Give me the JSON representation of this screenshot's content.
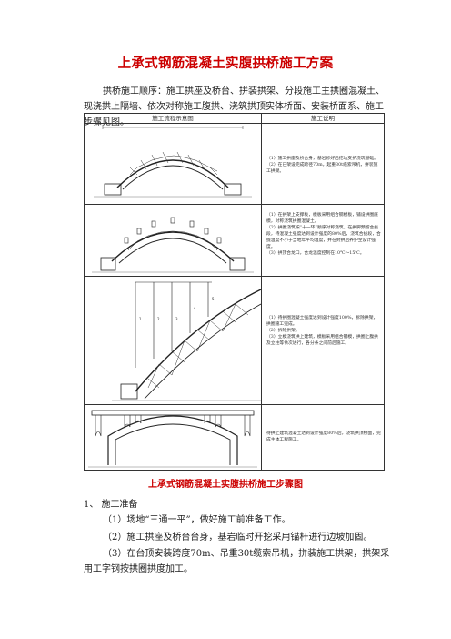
{
  "title": "上承式钢筋混凝土实腹拱桥施工方案",
  "intro": "拱桥施工顺序：施工拱座及桥台、拼装拱架、分段施工主拱圈混凝土、现浇拱上隔墙、依次对称施工腹拱、浇筑拱顶实体桥面、安装桥面系、施工步骤见图。",
  "table": {
    "col_left": "施工流程示意图",
    "col_right": "施工说明",
    "rows": [
      {
        "desc": "（1）施工拱座及桥台身，基岩修好后挖坑支护浇筑基础。\n（2）在已架设完成跨径70m，起重30t缆索吊机，拼装施工拱架。"
      },
      {
        "desc": "（1）在拱架上支撑板，模板采用组合钢模板，铺设拱圈底模，对称浇筑拱圈混凝土。\n（2）拱圈浇筑按“十一环”顺序对称浇筑，在拱脚预留合拢段，待混凝土强度达到设计强度的80%后，浇筑合拢段，合拢温度不小于当地年平均温度，并在封拱后养护至设计强度。\n（3）拱顶合龙口，合龙温度控制在10℃～15℃。"
      },
      {
        "desc": "（1）待拱圈混凝土强度达到设计强度100%，拆除拱架，拱圈施工完成。\n（2）拆除拱架。\n（3）立模浇筑拱上建筑，模板采用组合钢模，拱圈上腹拱及立柱等依次进行，各分条之间前后施工。"
      },
      {
        "desc": "待拱上建筑混凝土达到设计强度80%后，浇筑拱顶桥面，完成主体工程施工。"
      }
    ]
  },
  "caption": "上承式钢筋混凝土实腹拱桥施工步骤图",
  "section1": "1、  施工准备",
  "steps": [
    "（1）场地“三通一平”，做好施工前准备工作。",
    "（2）施工拱座及桥台台身，基岩临时开挖采用锚杆进行边坡加固。",
    "（3）在台顶安装跨度70m、吊重30t缆索吊机，拼装施工拱架，拱架采用工字钢按拱圈拱度加工。"
  ]
}
